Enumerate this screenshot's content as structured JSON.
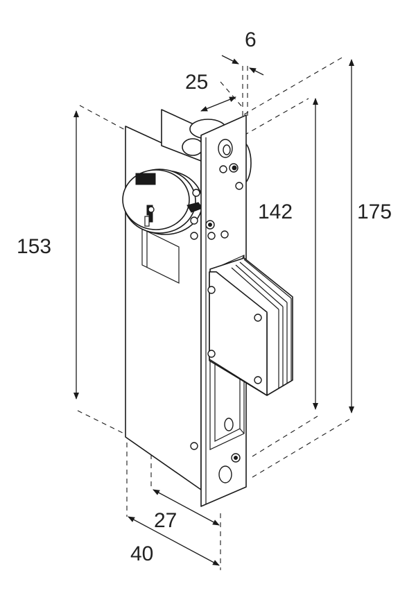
{
  "dimensions": {
    "width_6": "6",
    "depth_25": "25",
    "height_142": "142",
    "height_175": "175",
    "height_153": "153",
    "backset_27": "27",
    "width_40": "40"
  },
  "colors": {
    "line": "#1a1a1a",
    "background": "#ffffff",
    "label": "#222222"
  }
}
